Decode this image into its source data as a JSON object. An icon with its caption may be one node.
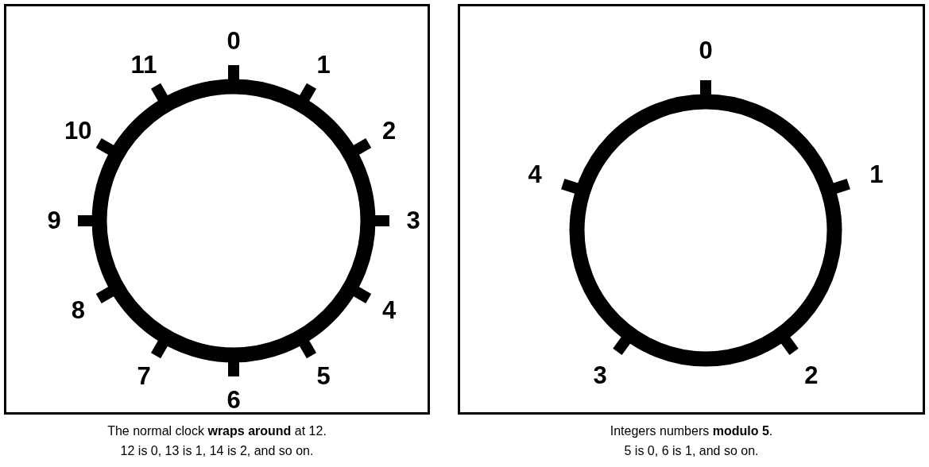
{
  "diagram": {
    "nodes": [
      {
        "text": [
          "The normal clock **wraps around** at 12.",
          "12 is 0, 13 is 1, 14 is 2, and so on."
        ]
      },
      {
        "text": [
          "Integers numbers **modulo 5**.",
          "5 is 0, 6 is 1, and so on."
        ]
      }
    ],
    "labels": [
      "0",
      "1",
      "2",
      "3",
      "4",
      "5",
      "6",
      "7",
      "8",
      "9",
      "10",
      "11",
      "0",
      "1",
      "2",
      "3",
      "4"
    ]
  }
}
